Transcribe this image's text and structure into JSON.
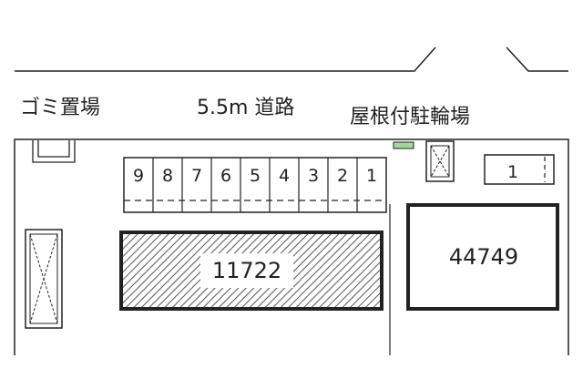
{
  "labels": {
    "garbage": "ゴミ置場",
    "road": "5.5m 道路",
    "bicycle": "屋根付駐輪場"
  },
  "parking": {
    "spaces": [
      "9",
      "8",
      "7",
      "6",
      "5",
      "4",
      "3",
      "2",
      "1"
    ],
    "space_right": "1"
  },
  "buildings": {
    "left": "11722",
    "right": "44749"
  },
  "colors": {
    "line": "#222222",
    "hatch": "#555555",
    "marker": "#9ed89a",
    "background": "#ffffff"
  }
}
